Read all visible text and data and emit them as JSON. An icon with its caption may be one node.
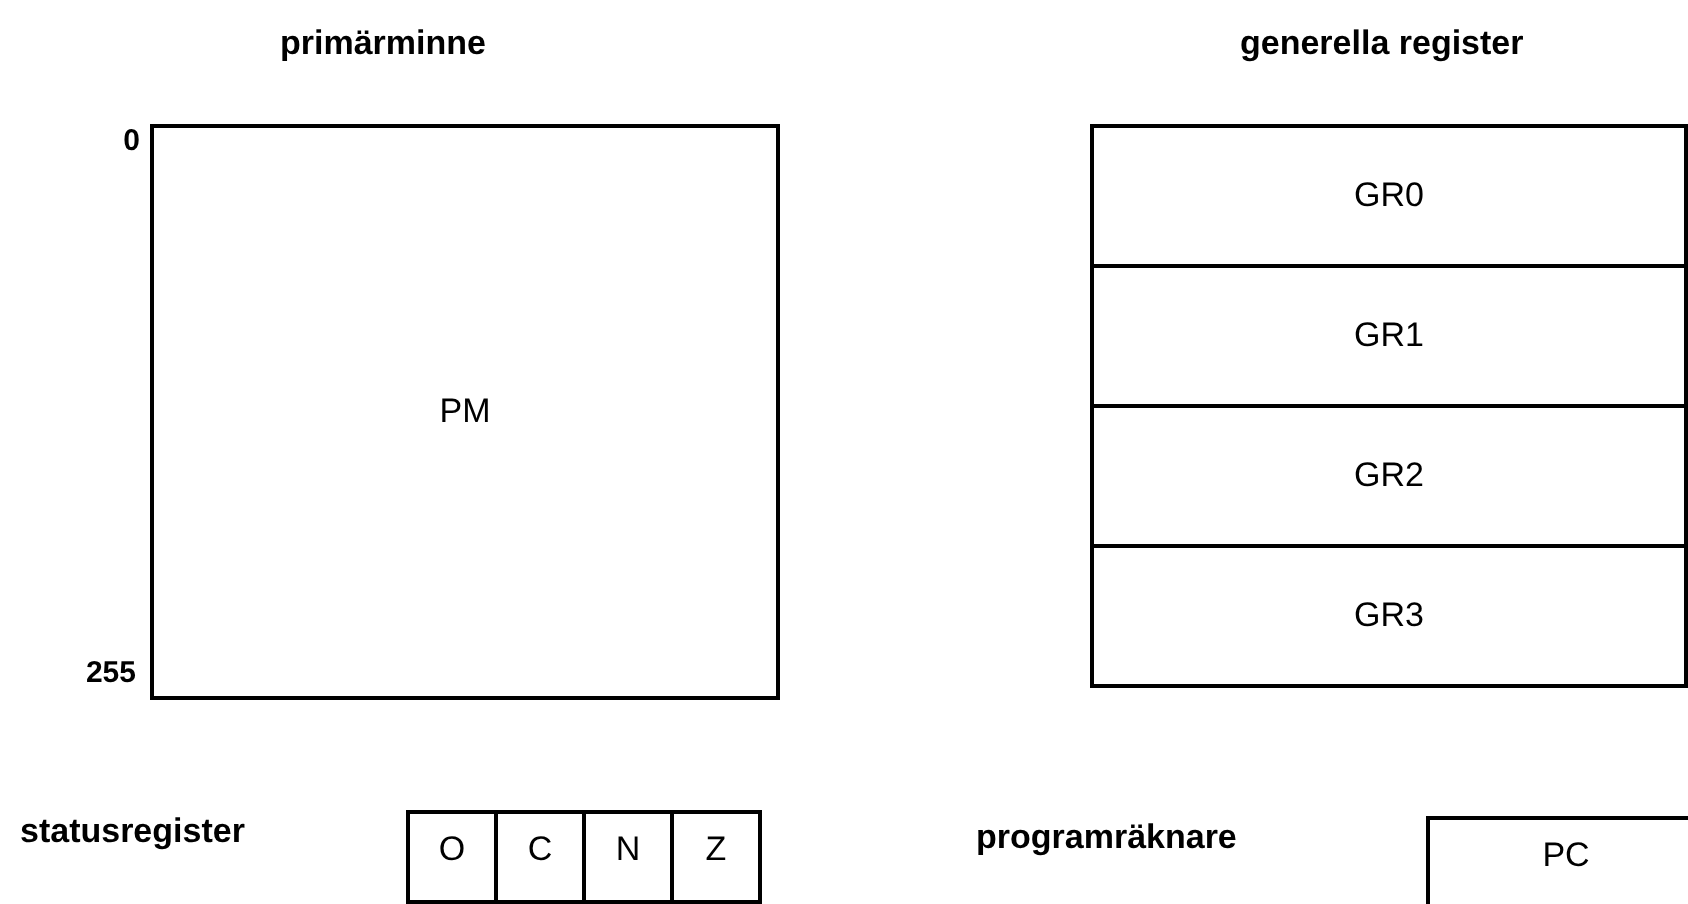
{
  "diagram": {
    "nodes": [
      {
        "text": [
          "primärminne",
          "PM"
        ],
        "beside": [
          "0",
          "255"
        ]
      },
      {
        "text": [
          "generella register"
        ]
      },
      {
        "text": [
          "GR0"
        ],
        "in": 1
      },
      {
        "text": [
          "GR1"
        ],
        "in": 1
      },
      {
        "text": [
          "GR2"
        ],
        "in": 1
      },
      {
        "text": [
          "GR3"
        ],
        "in": 1
      },
      {
        "text": [
          "O"
        ]
      },
      {
        "text": [
          "C"
        ]
      },
      {
        "text": [
          "N"
        ]
      },
      {
        "text": [
          "Z"
        ]
      },
      {
        "text": [
          "PC"
        ]
      }
    ],
    "edges": [],
    "labels": [
      "statusregister",
      "programräknare"
    ]
  }
}
